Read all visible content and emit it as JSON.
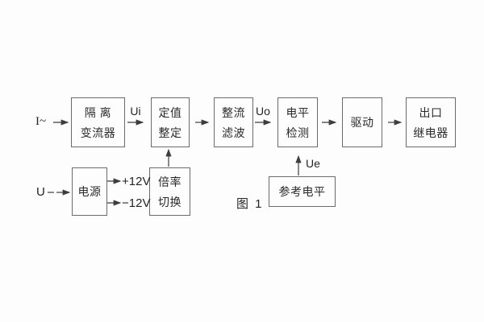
{
  "figure": {
    "caption": "图 1"
  },
  "labels": {
    "current_input": "I~",
    "voltage_input": "U",
    "ui": "Ui",
    "uo": "Uo",
    "ue": "Ue",
    "plus_12v": "+12V",
    "minus_12v": "−12V"
  },
  "blocks": {
    "isolation_transformer": {
      "line1": "隔 离",
      "line2": "变流器"
    },
    "setting_adjust": {
      "line1": "定值",
      "line2": "整定"
    },
    "rectify_filter": {
      "line1": "整流",
      "line2": "滤波"
    },
    "level_detect": {
      "line1": "电平",
      "line2": "检测"
    },
    "drive": {
      "line1": "驱动"
    },
    "output_relay": {
      "line1": "出口",
      "line2": "继电器"
    },
    "power_supply": {
      "line1": "电源"
    },
    "ratio_switch": {
      "line1": "倍率",
      "line2": "切换"
    },
    "reference_level": {
      "line1": "参考电平"
    }
  },
  "colors": {
    "line": "#3d3d3d",
    "box_border": "#6b6b6b",
    "text": "#2a2a2a",
    "background": "#fdfdfd"
  }
}
